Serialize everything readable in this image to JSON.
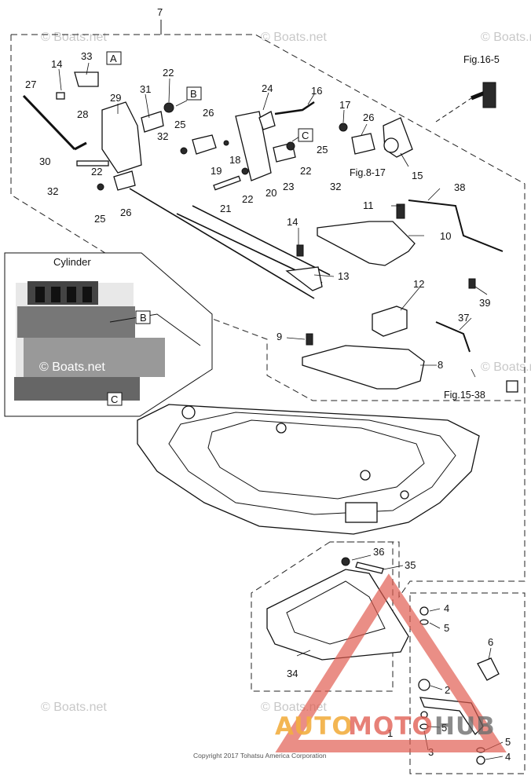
{
  "diagram": {
    "callouts": [
      "1",
      "2",
      "3",
      "4",
      "5",
      "6",
      "7",
      "8",
      "9",
      "10",
      "11",
      "12",
      "13",
      "14",
      "15",
      "16",
      "17",
      "18",
      "19",
      "20",
      "21",
      "22",
      "23",
      "24",
      "25",
      "26",
      "27",
      "28",
      "29",
      "30",
      "31",
      "32",
      "33",
      "34",
      "35",
      "36",
      "37",
      "38",
      "39"
    ],
    "box_labels": {
      "a": "A",
      "b": "B",
      "c": "C"
    },
    "figure_refs": {
      "fig16_5": "Fig.16-5",
      "fig8_17": "Fig.8-17",
      "fig15_38": "Fig.15-38"
    },
    "inset_title": "Cylinder",
    "watermark": "© Boats.net",
    "copyright": "Copyright 2017 Tohatsu America Corporation",
    "brand_logo": "AUTOMOTOHUB",
    "colors": {
      "brand_red": "#e05a4e",
      "brand_orange": "#f0a020",
      "line": "#111111"
    }
  }
}
